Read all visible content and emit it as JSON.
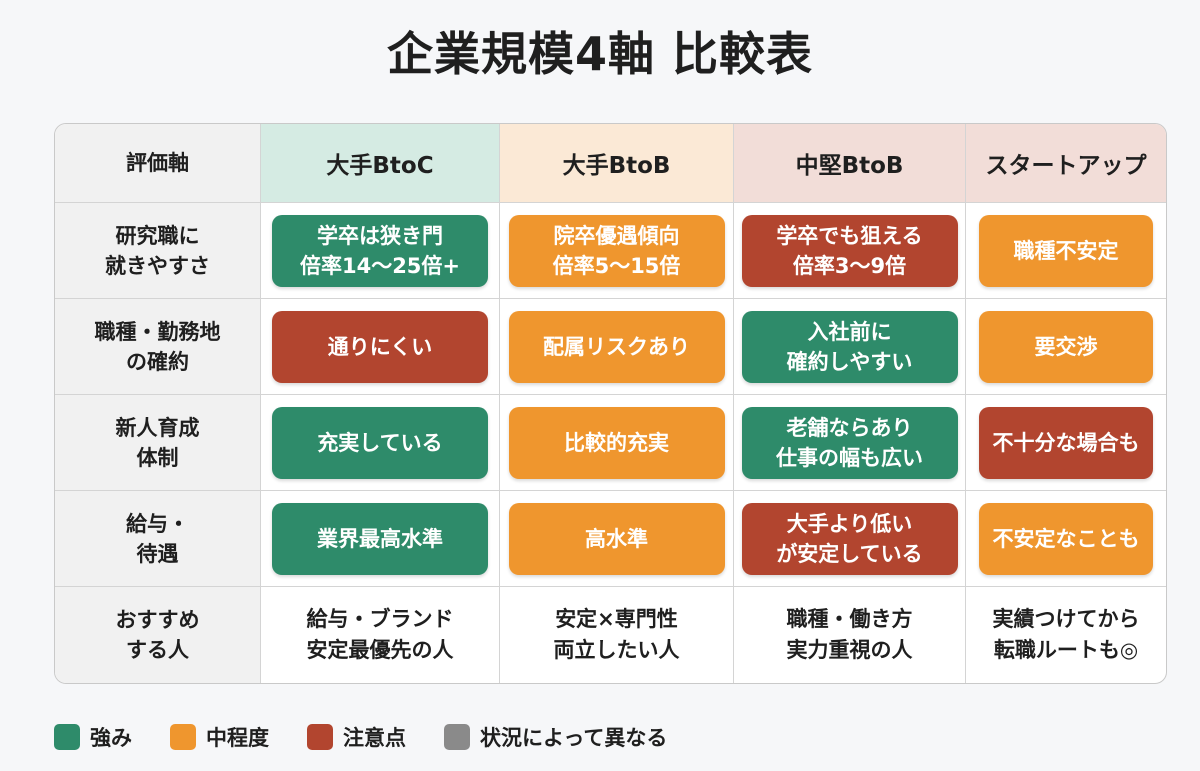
{
  "title": "企業規模4軸 比較表",
  "colors": {
    "strong": "#2e8b6a",
    "medium": "#ef962e",
    "caution": "#b2452f",
    "varies": "#8a8a8a"
  },
  "table": {
    "corner": "評価軸",
    "columns": [
      {
        "label": "大手BtoC",
        "bg": "#d5ebe3"
      },
      {
        "label": "大手BtoB",
        "bg": "#fbe9d6"
      },
      {
        "label": "中堅BtoB",
        "bg": "#f2ddd8"
      },
      {
        "label": "スタートアップ",
        "bg": "#f2ddd8"
      }
    ],
    "rows": [
      {
        "label": "研究職に\n就きやすさ",
        "cells": [
          {
            "text": "学卒は狭き門\n倍率14〜25倍+",
            "level": "strong"
          },
          {
            "text": "院卒優遇傾向\n倍率5〜15倍",
            "level": "medium"
          },
          {
            "text": "学卒でも狙える\n倍率3〜9倍",
            "level": "caution"
          },
          {
            "text": "職種不安定",
            "level": "medium"
          }
        ]
      },
      {
        "label": "職種・勤務地\nの確約",
        "cells": [
          {
            "text": "通りにくい",
            "level": "caution"
          },
          {
            "text": "配属リスクあり",
            "level": "medium"
          },
          {
            "text": "入社前に\n確約しやすい",
            "level": "strong"
          },
          {
            "text": "要交渉",
            "level": "medium"
          }
        ]
      },
      {
        "label": "新人育成\n体制",
        "cells": [
          {
            "text": "充実している",
            "level": "strong"
          },
          {
            "text": "比較的充実",
            "level": "medium"
          },
          {
            "text": "老舗ならあり\n仕事の幅も広い",
            "level": "strong"
          },
          {
            "text": "不十分な場合も",
            "level": "caution"
          }
        ]
      },
      {
        "label": "給与・\n待遇",
        "cells": [
          {
            "text": "業界最高水準",
            "level": "strong"
          },
          {
            "text": "高水準",
            "level": "medium"
          },
          {
            "text": "大手より低い\nが安定している",
            "level": "caution"
          },
          {
            "text": "不安定なことも",
            "level": "medium"
          }
        ]
      }
    ],
    "recommend": {
      "label": "おすすめ\nする人",
      "cells": [
        "給与・ブランド\n安定最優先の人",
        "安定×専門性\n両立したい人",
        "職種・働き方\n実力重視の人",
        "実績つけてから\n転職ルートも◎"
      ]
    }
  },
  "legend": [
    {
      "label": "強み",
      "level": "strong"
    },
    {
      "label": "中程度",
      "level": "medium"
    },
    {
      "label": "注意点",
      "level": "caution"
    },
    {
      "label": "状況によって異なる",
      "level": "varies"
    }
  ]
}
